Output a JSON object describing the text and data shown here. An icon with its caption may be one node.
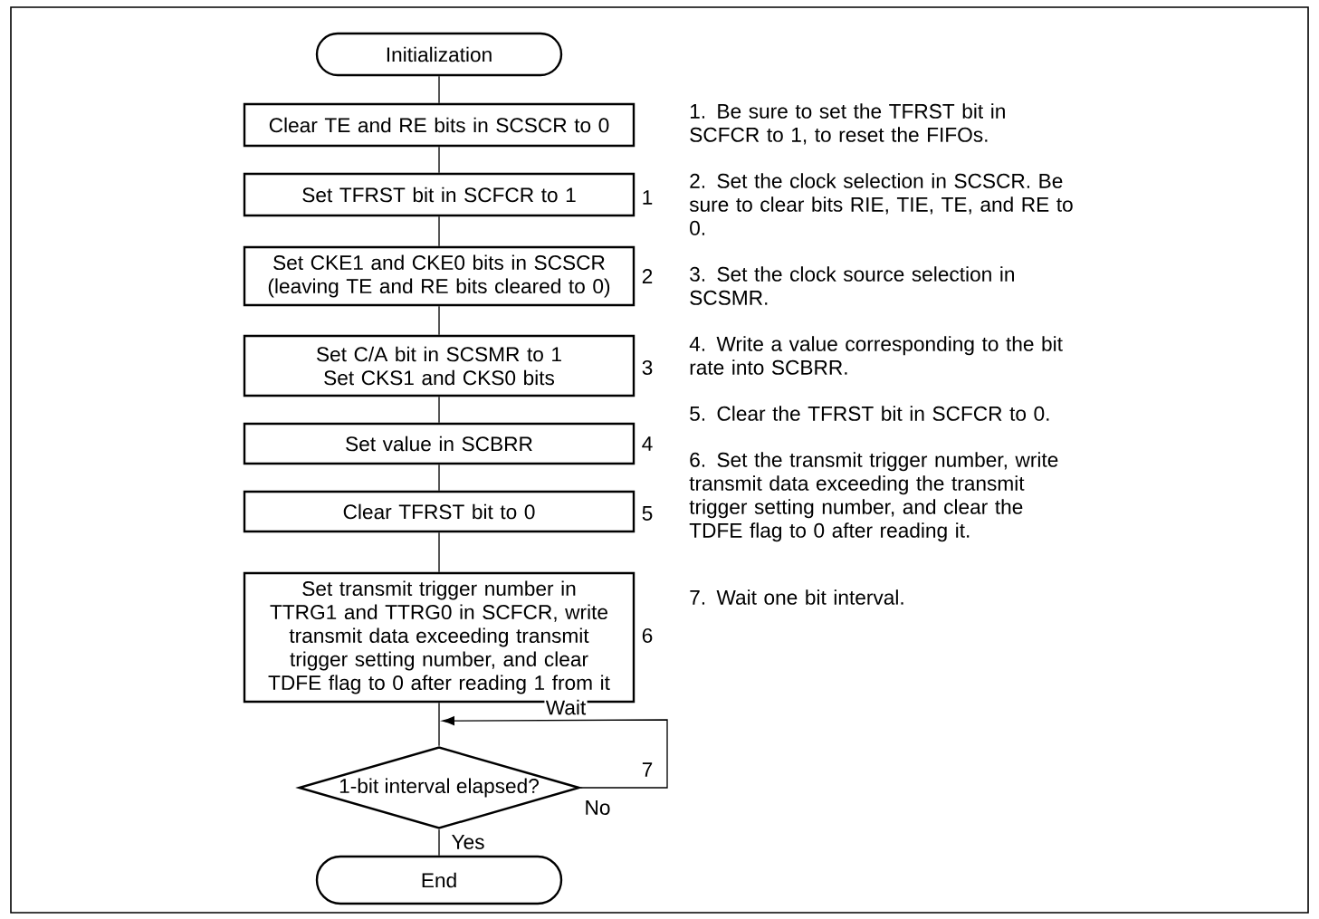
{
  "diagram": {
    "nodes": [
      {
        "text": [
          "Initialization"
        ]
      },
      {
        "text": [
          "Clear TE and RE bits in SCSCR to 0"
        ]
      },
      {
        "text": [
          "Set TFRST bit in SCFCR to 1"
        ],
        "beside": [
          "1"
        ]
      },
      {
        "text": [
          "Set CKE1 and CKE0 bits in SCSCR (leaving TE and RE bits cleared to 0)"
        ],
        "beside": [
          "2"
        ]
      },
      {
        "text": [
          "Set C/A bit in SCSMR to 1",
          "Set CKS1 and CKS0 bits"
        ],
        "beside": [
          "3"
        ]
      },
      {
        "text": [
          "Set value in SCBRR"
        ],
        "beside": [
          "4"
        ]
      },
      {
        "text": [
          "Clear TFRST bit to 0"
        ],
        "beside": [
          "5"
        ]
      },
      {
        "text": [
          "Set transmit trigger number in TTRG1 and TTRG0 in SCFCR, write transmit data exceeding transmit trigger setting number, and clear TDFE flag to 0 after reading 1 from it"
        ],
        "beside": [
          "6"
        ]
      },
      {
        "text": [
          "1-bit interval elapsed?"
        ],
        "beside": [
          "7",
          "No"
        ]
      },
      {
        "text": [
          "End"
        ]
      }
    ],
    "edges": [
      {
        "from": 0,
        "to": 1,
        "arrow": "none"
      },
      {
        "from": 1,
        "to": 2,
        "arrow": "none"
      },
      {
        "from": 2,
        "to": 3,
        "arrow": "none"
      },
      {
        "from": 3,
        "to": 4,
        "arrow": "none"
      },
      {
        "from": 4,
        "to": 5,
        "arrow": "none"
      },
      {
        "from": 5,
        "to": 6,
        "arrow": "none"
      },
      {
        "from": 6,
        "to": 7,
        "arrow": "none"
      },
      {
        "from": 7,
        "to": 8,
        "arrow": "none"
      },
      {
        "from": 8,
        "to": 7,
        "arrow": "to",
        "label": "Wait"
      },
      {
        "from": 8,
        "to": 9,
        "arrow": "none",
        "label": "Yes"
      }
    ],
    "labels": [
      "1. Be sure to set the TFRST bit in SCFCR to 1, to reset the FIFOs.",
      "2. Set the clock selection in SCSCR. Be sure to clear bits RIE, TIE, TE, and RE to 0.",
      "3. Set the clock source selection in SCSMR.",
      "4. Write a value corresponding to the bit rate into SCBRR.",
      "5. Clear the TFRST bit in SCFCR to 0.",
      "6. Set the transmit trigger number, write transmit data exceeding the transmit trigger setting number, and clear the TDFE flag to 0 after reading it.",
      "7. Wait one bit interval."
    ]
  }
}
